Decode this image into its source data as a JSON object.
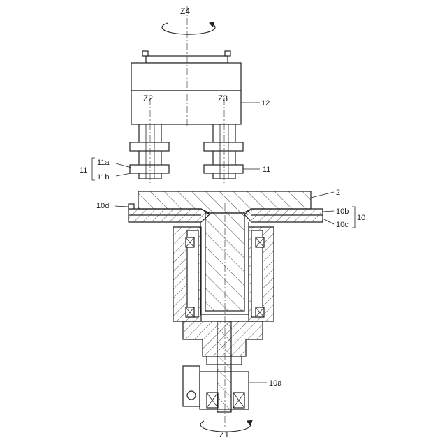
{
  "labels": {
    "z4": "Z4",
    "z2": "Z2",
    "z3": "Z3",
    "z1": "Z1",
    "l12": "12",
    "l11_left": "11",
    "l11a": "11a",
    "l11b": "11b",
    "l11_right": "11",
    "l2": "2",
    "l10d": "10d",
    "l10b": "10b",
    "l10c": "10c",
    "l10": "10",
    "l10a": "10a"
  }
}
